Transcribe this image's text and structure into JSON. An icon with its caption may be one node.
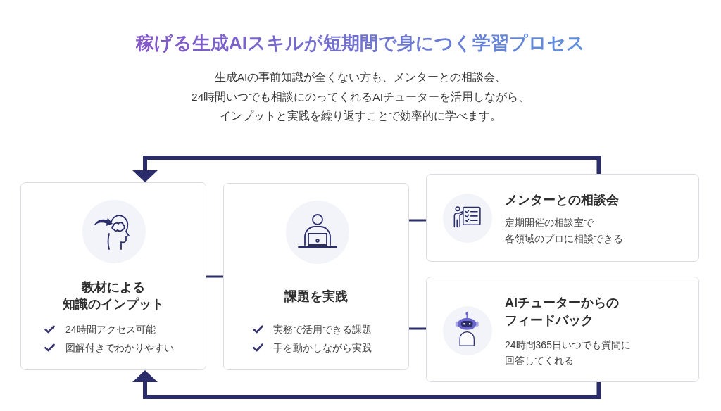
{
  "diagram": {
    "title": "稼げる生成AIスキルが短期間で身につく学習プロセス",
    "nodes": [
      {
        "text": [
          "教材による知識のインプット",
          "24時間アクセス可能",
          "図解付きでわかりやすい"
        ]
      },
      {
        "text": [
          "課題を実践",
          "実務で活用できる課題",
          "手を動かしながら実践"
        ]
      },
      {
        "text": [
          "メンターとの相談会",
          "定期開催の相談室で各領域のプロに相談できる"
        ]
      },
      {
        "text": [
          "AIチューターからのフィードバック",
          "24時間365日いつでも質問に回答してくれる"
        ]
      }
    ],
    "edges": [
      {
        "from": 0,
        "to": 1,
        "arrow": "none"
      },
      {
        "from": 1,
        "to": 2,
        "arrow": "none"
      },
      {
        "from": 1,
        "to": 3,
        "arrow": "none"
      },
      {
        "from": 2,
        "to": 0,
        "arrow": "to",
        "style": "thick"
      },
      {
        "from": 3,
        "to": 0,
        "arrow": "to",
        "style": "thick"
      }
    ],
    "labels": [
      "生成AIの事前知識が全くない方も、メンターとの相談会、24時間いつでも相談にのってくれるAIチューターを活用しながら、インプットと実践を繰り返すことで効率的に学べます。"
    ]
  }
}
